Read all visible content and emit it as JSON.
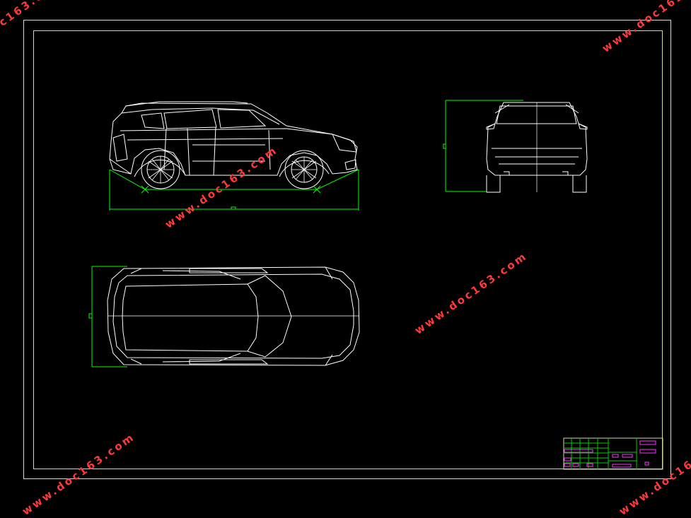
{
  "drawing": {
    "views": [
      "side-elevation",
      "front-elevation",
      "top-plan"
    ],
    "title_block": "drawing title block"
  },
  "watermark": {
    "text": "www.doc163.com",
    "color": "#ff3a3a"
  },
  "colors": {
    "background": "#000000",
    "outline": "#ffffff",
    "dimension": "#00ff00",
    "frame": "#d8d8a0",
    "title_block_magenta": "#ff33ff"
  }
}
